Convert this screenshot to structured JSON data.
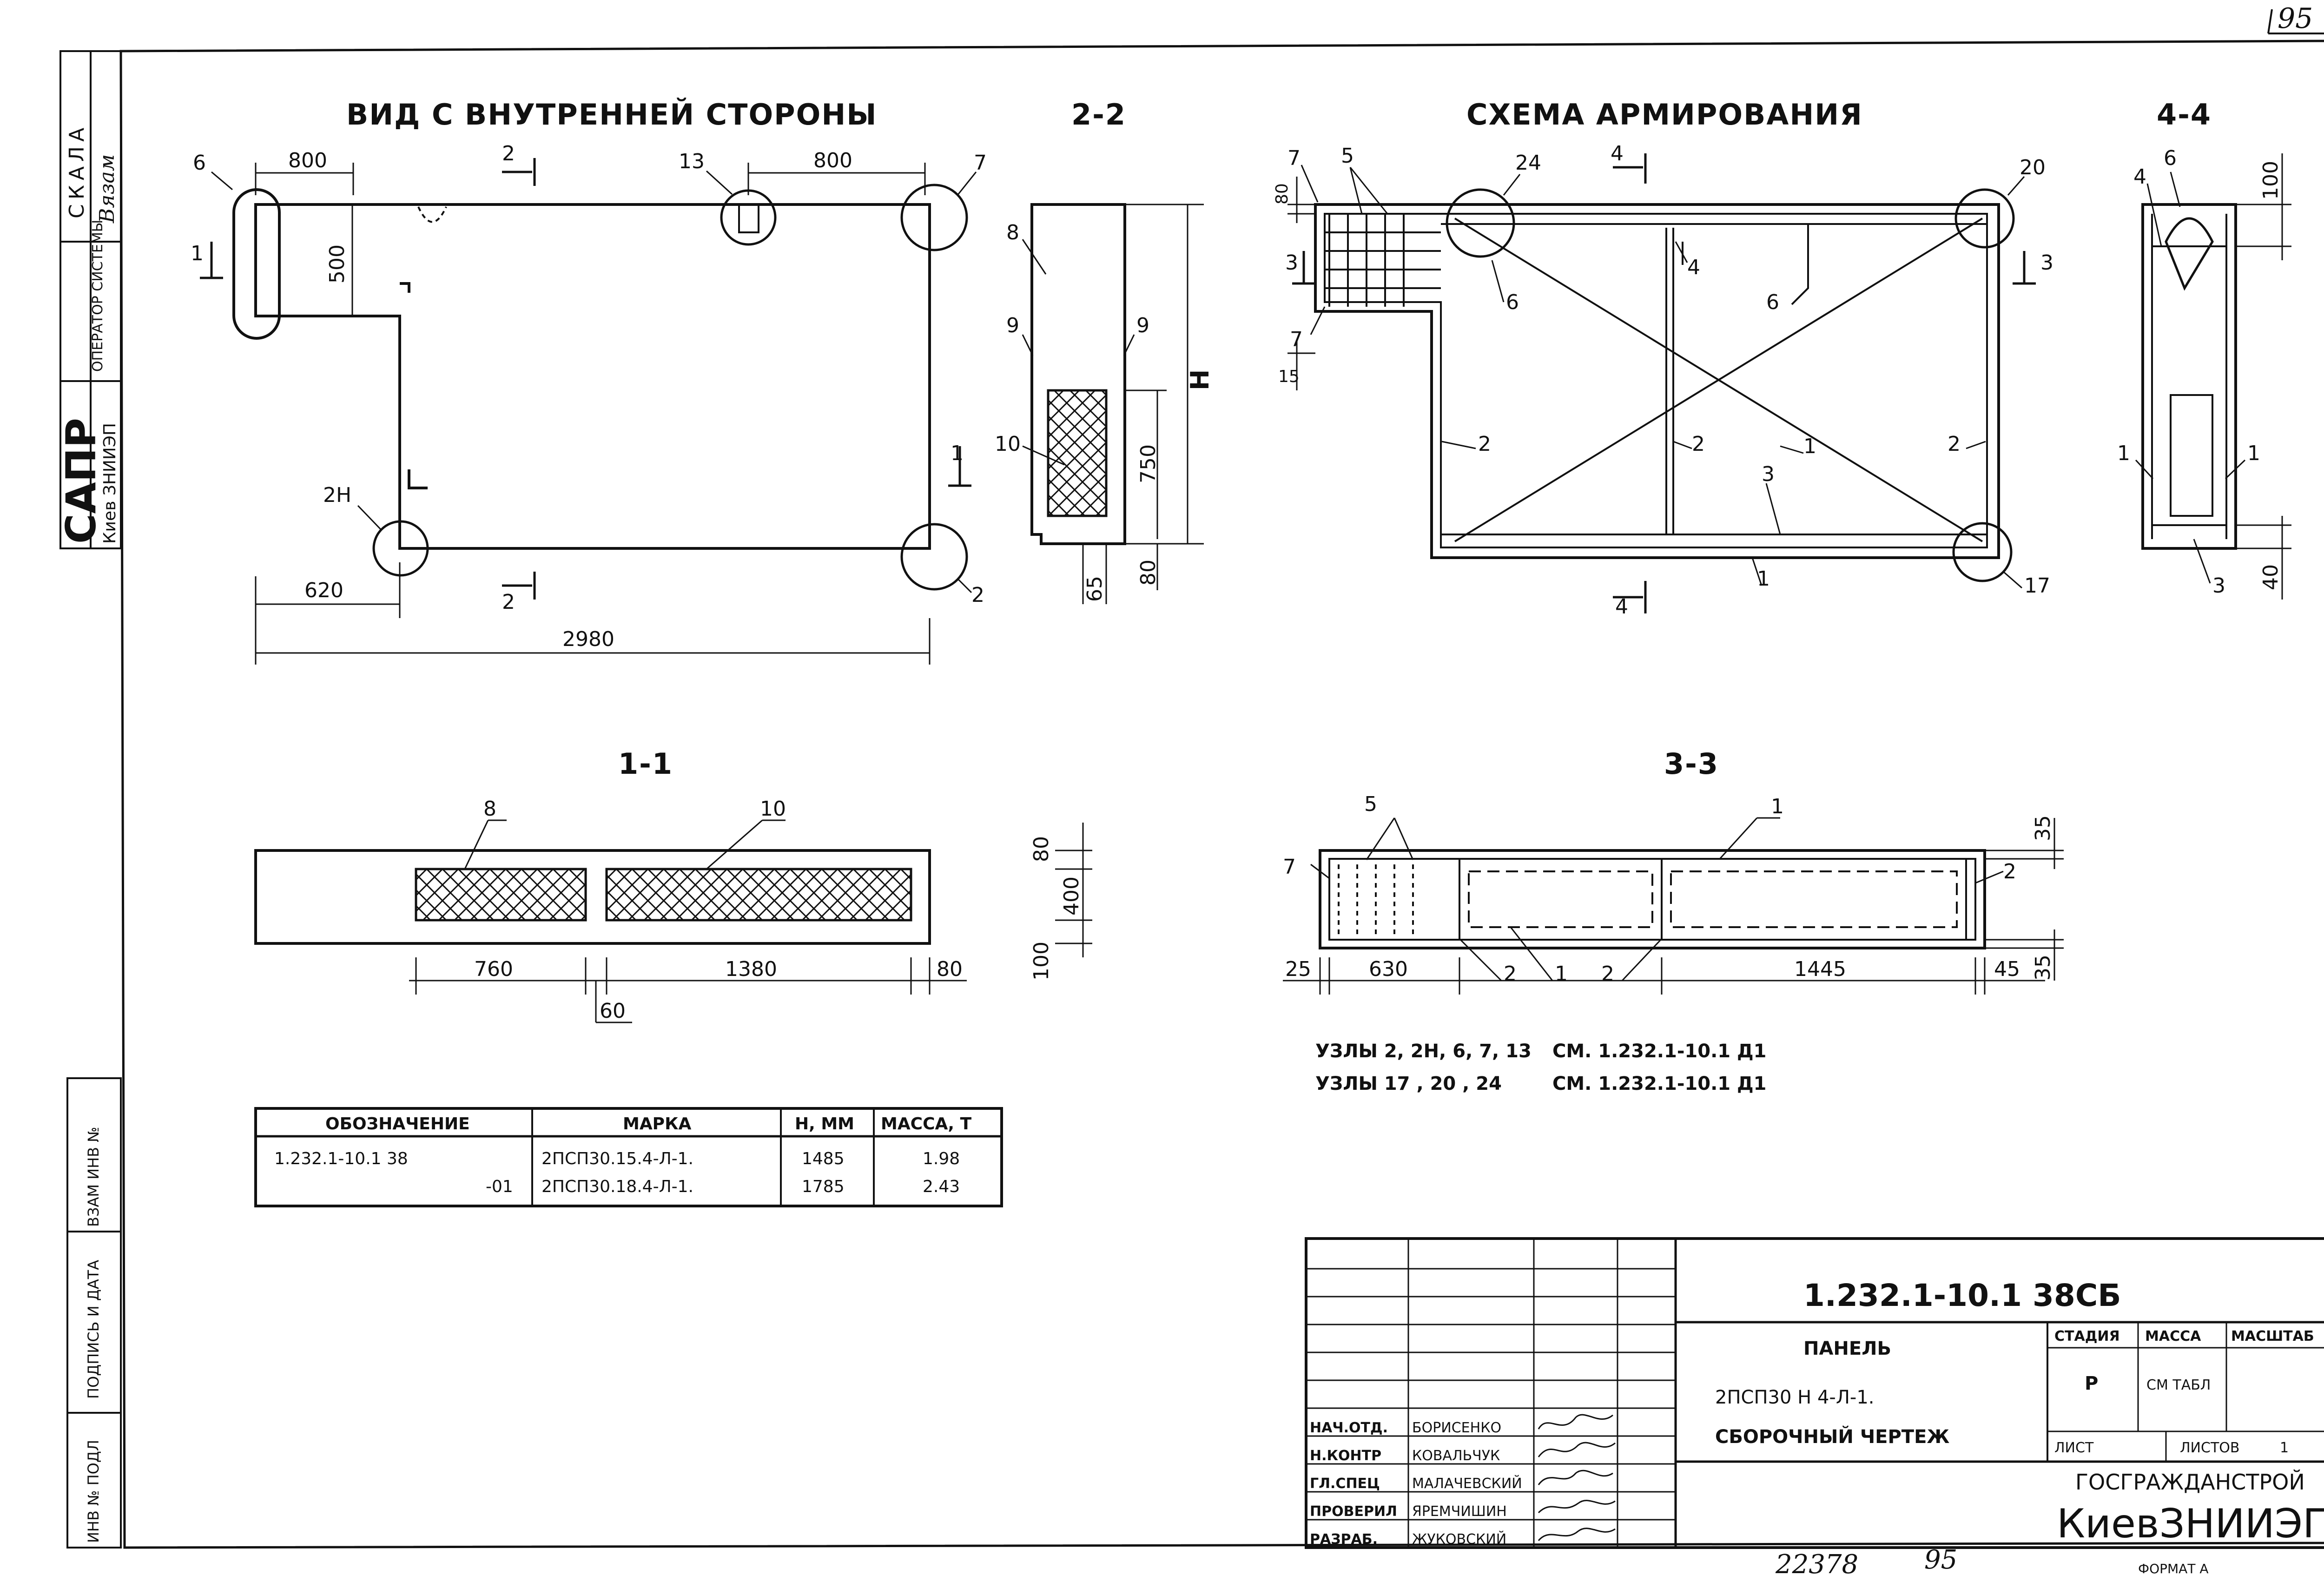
{
  "sheet_corner_number": "95",
  "left_strip": {
    "scale_label": "СКАЛА",
    "scale_sign": "Вязам",
    "operator_label": "ОПЕРАТОР СИСТЕМЫ",
    "sapr_label": "САПР",
    "sapr_org": "Киев ЗНИИЭП",
    "vzam_label": "ВЗАМ ИНВ №",
    "podpis_label": "ПОДПИСЬ И ДАТА",
    "inv_label": "ИНВ № ПОДЛ"
  },
  "views": {
    "inner_view": {
      "title": "ВИД С ВНУТРЕННЕЙ СТОРОНЫ",
      "dims": [
        "800",
        "800",
        "500",
        "620",
        "2980"
      ],
      "nodes": [
        "6",
        "13",
        "7",
        "2Н",
        "2"
      ],
      "section_marks": [
        "1",
        "2",
        "2",
        "1"
      ]
    },
    "section_2_2": {
      "title": "2-2",
      "callouts": [
        "8",
        "9",
        "9",
        "10"
      ],
      "dims": [
        "Н",
        "750",
        "80",
        "65"
      ]
    },
    "reinforcement": {
      "title": "СХЕМА АРМИРОВАНИЯ",
      "callouts": [
        "7",
        "5",
        "24",
        "4",
        "20",
        "4",
        "6",
        "6",
        "3",
        "3",
        "7",
        "2",
        "2",
        "1",
        "2",
        "3",
        "1",
        "17",
        "4"
      ],
      "dims": [
        "80",
        "15"
      ]
    },
    "section_4_4": {
      "title": "4-4",
      "callouts": [
        "6",
        "4",
        "1",
        "1",
        "3"
      ],
      "dims": [
        "100",
        "40"
      ]
    },
    "section_1_1": {
      "title": "1-1",
      "callouts": [
        "8",
        "10"
      ],
      "dims": [
        "760",
        "1380",
        "80",
        "60",
        "80",
        "400",
        "100"
      ]
    },
    "section_3_3": {
      "title": "3-3",
      "callouts": [
        "5",
        "7",
        "1",
        "2",
        "2",
        "1",
        "2"
      ],
      "dims": [
        "25",
        "630",
        "1445",
        "45",
        "35",
        "35"
      ]
    }
  },
  "notes": [
    {
      "label": "УЗЛЫ 2, 2Н, 6, 7, 13",
      "ref": "СМ.  1.232.1-10.1 Д1"
    },
    {
      "label": "УЗЛЫ 17 , 20 , 24",
      "ref": "СМ.  1.232.1-10.1 Д1"
    }
  ],
  "spec_table": {
    "headers": [
      "ОБОЗНАЧЕНИЕ",
      "МАРКА",
      "Н, ММ",
      "МАССА, Т"
    ],
    "rows": [
      {
        "designation": "1.232.1-10.1 38",
        "mark": "2ПСП30.15.4-Л-1.",
        "h": "1485",
        "mass": "1.98"
      },
      {
        "designation": "-01",
        "mark": "2ПСП30.18.4-Л-1.",
        "h": "1785",
        "mass": "2.43"
      }
    ]
  },
  "title_block": {
    "doc_code": "1.232.1-10.1 38СБ",
    "name_line1": "ПАНЕЛЬ",
    "name_line2": "2ПСП30 Н 4-Л-1.",
    "name_line3": "СБОРОЧНЫЙ ЧЕРТЕЖ",
    "stage_header": "СТАДИЯ",
    "mass_header": "МАССА",
    "scale_header": "МАСШТАБ",
    "stage_value": "Р",
    "mass_value": "СМ ТАБЛ",
    "sheet_label": "ЛИСТ",
    "sheets_label": "ЛИСТОВ",
    "sheets_value": "1",
    "org_line1": "ГОСГРАЖДАНСТРОЙ",
    "org_line2": "КиевЗНИИЭП",
    "signatures": [
      {
        "role": "НАЧ.ОТД.",
        "name": "БОРИСЕНКО"
      },
      {
        "role": "Н.КОНТР",
        "name": "КОВАЛЬЧУК"
      },
      {
        "role": "ГЛ.СПЕЦ",
        "name": "МАЛАЧЕВСКИЙ"
      },
      {
        "role": "ПРОВЕРИЛ",
        "name": "ЯРЕМЧИШИН"
      },
      {
        "role": "РАЗРАБ.",
        "name": "ЖУКОВСКИЙ"
      }
    ]
  },
  "footer": {
    "archive_no": "22378",
    "page_no": "95",
    "format": "ФОРМАТ А"
  }
}
